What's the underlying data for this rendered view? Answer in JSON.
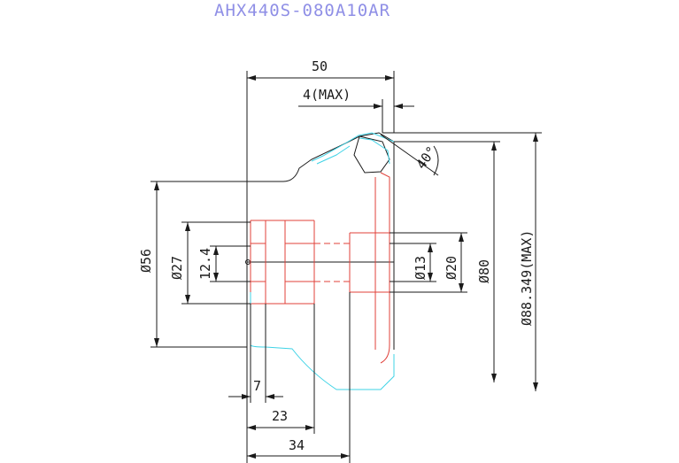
{
  "title": "AHX440S-080A10AR",
  "colors": {
    "part": "#1a1a1a",
    "insert": "#e0403a",
    "tool": "#3fd3e6",
    "title": "#8f8fe6",
    "background": "#ffffff"
  },
  "dimensions": {
    "overall_length": "50",
    "overhang": "4(MAX)",
    "angle": "40°",
    "dia_56": "Ø56",
    "dia_27": "Ø27",
    "bore_12_4": "12.4",
    "dia_13": "Ø13",
    "dia_20": "Ø20",
    "dia_80": "Ø80",
    "dia_max": "Ø88.349(MAX)",
    "len_7": "7",
    "len_23": "23",
    "len_34": "34"
  }
}
